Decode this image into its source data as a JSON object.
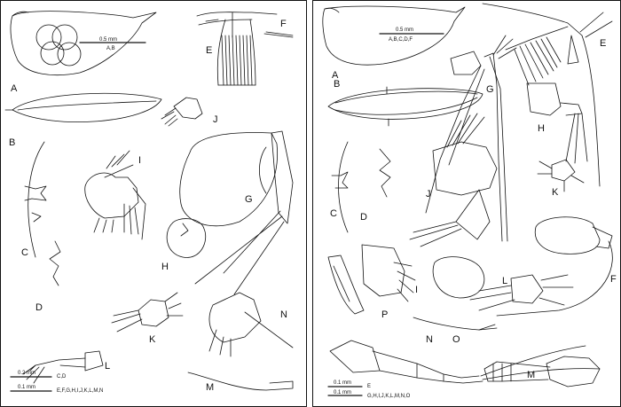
{
  "left_plate": {
    "panel_labels": [
      "A",
      "B",
      "C",
      "D",
      "E",
      "F",
      "G",
      "H",
      "I",
      "J",
      "K",
      "L",
      "M",
      "N"
    ],
    "scale_top": {
      "length": "0.5 mm",
      "applies": "A,B"
    },
    "scale_bottom_1": {
      "length": "0.2 mm",
      "applies": "C,D"
    },
    "scale_bottom_2": {
      "length": "0.1 mm",
      "applies": "E,F,G,H,I,J,K,L,M,N"
    }
  },
  "right_plate": {
    "panel_labels": [
      "A",
      "B",
      "C",
      "D",
      "E",
      "F",
      "G",
      "H",
      "I",
      "J",
      "K",
      "L",
      "M",
      "N",
      "O",
      "P"
    ],
    "scale_top": {
      "length": "0.5 mm",
      "applies": "A,B,C,D,F"
    },
    "scale_bottom_1": {
      "length": "0.1 mm",
      "applies": "E"
    },
    "scale_bottom_2": {
      "length": "0.1 mm",
      "applies": "G,H,I,J,K,L,M,N,O"
    }
  }
}
